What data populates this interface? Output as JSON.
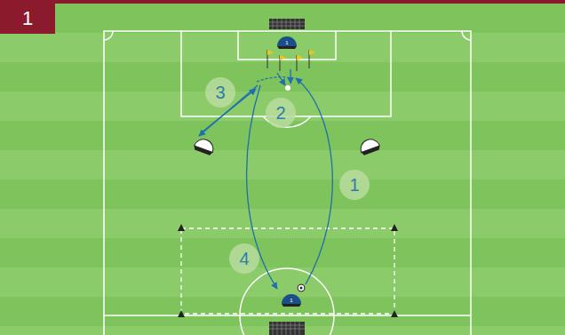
{
  "diagram": {
    "nodes": [
      {
        "text": [
          "1"
        ]
      }
    ],
    "labels": [
      "3",
      "2",
      "1",
      "4",
      "1",
      "1"
    ]
  }
}
